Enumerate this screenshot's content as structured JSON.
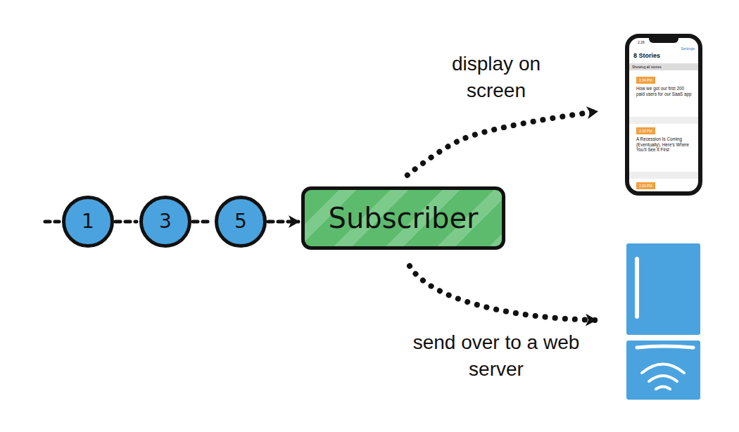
{
  "diagram": {
    "nodes": [
      {
        "text": [
          "1"
        ]
      },
      {
        "text": [
          "3"
        ]
      },
      {
        "text": [
          "5"
        ]
      },
      {
        "text": [
          "Subscriber"
        ]
      },
      {
        "text": [
          "2:26",
          "Settings",
          "8 Stories",
          "Showing all stories",
          "2:34 PM",
          "How we got our first 200 paid users for our SaaS app",
          "2:33 PM",
          "A Recession Is Coming (Eventually). Here's Where You'll See It First",
          "2:33 PM"
        ]
      }
    ],
    "edges": [
      {
        "from": 0,
        "to": 1,
        "arrow": "none"
      },
      {
        "from": 1,
        "to": 2,
        "arrow": "none"
      },
      {
        "from": 2,
        "to": 3,
        "arrow": "to"
      },
      {
        "from": 3,
        "to": 4,
        "arrow": "to",
        "label": "display on screen"
      }
    ],
    "labels": [
      "send over to a web server"
    ]
  }
}
